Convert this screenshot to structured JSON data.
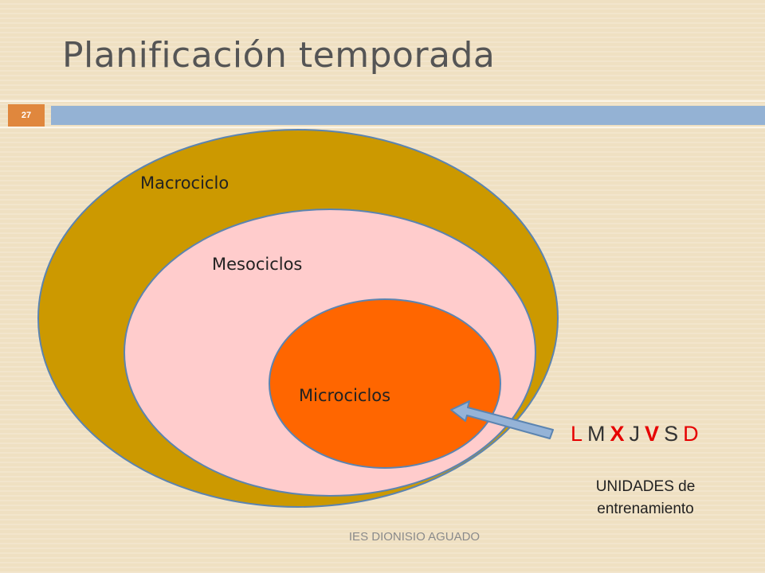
{
  "slide": {
    "title": "Planificación temporada",
    "number": "27",
    "footer": "IES DIONISIO AGUADO"
  },
  "diagram": {
    "macrociclo": "Macrociclo",
    "mesociclos": "Mesociclos",
    "microciclos": "Microciclos",
    "days": [
      {
        "letter": "L",
        "color": "#e60000",
        "bold": false
      },
      {
        "letter": "M",
        "color": "#333333",
        "bold": false
      },
      {
        "letter": "X",
        "color": "#e60000",
        "bold": true
      },
      {
        "letter": "J",
        "color": "#333333",
        "bold": false
      },
      {
        "letter": "V",
        "color": "#e60000",
        "bold": true
      },
      {
        "letter": "S",
        "color": "#333333",
        "bold": false
      },
      {
        "letter": "D",
        "color": "#e60000",
        "bold": false
      }
    ],
    "units_line1": "UNIDADES de",
    "units_line2": "entrenamiento"
  },
  "colors": {
    "macrociclo_fill": "#cc9900",
    "mesociclos_fill": "#ffcccc",
    "microciclos_fill": "#ff6600",
    "outline": "#5b84b1",
    "arrow_fill": "#95b3d7"
  }
}
